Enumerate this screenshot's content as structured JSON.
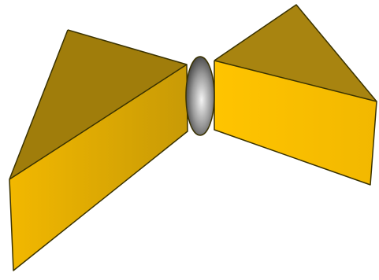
{
  "diagram": {
    "components": [
      {
        "name": "left-wedge",
        "role": "triangular prism"
      },
      {
        "name": "sphere",
        "role": "ball between wedges"
      },
      {
        "name": "right-wedge",
        "role": "triangular prism"
      }
    ]
  },
  "colors": {
    "background": "#ffffff",
    "outline": "#3a3200",
    "prism_top_dark": "#a07d0b",
    "prism_top_dark_right": "#a88410",
    "prism_front": "#f2b800",
    "prism_front_right": "#ffc400",
    "prism_side_shadow": "#c89a06",
    "sphere_light": "#f4f4f4",
    "sphere_mid": "#9a9a9a",
    "sphere_dark": "#3c3c3c"
  }
}
